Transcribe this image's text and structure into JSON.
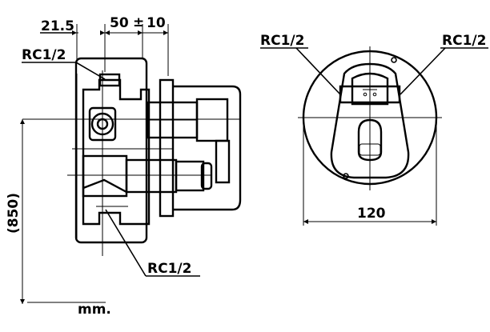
{
  "side_view": {
    "dim_left": "21.5",
    "dim_depth": "50",
    "dim_plusminus": "±",
    "dim_tolerance": "10",
    "thread_top": "RC1/2",
    "thread_bottom": "RC1/2",
    "height_dim": "(850)",
    "unit": "mm."
  },
  "front_view": {
    "thread_left": "RC1/2",
    "thread_right": "RC1/2",
    "width_dim": "120"
  }
}
